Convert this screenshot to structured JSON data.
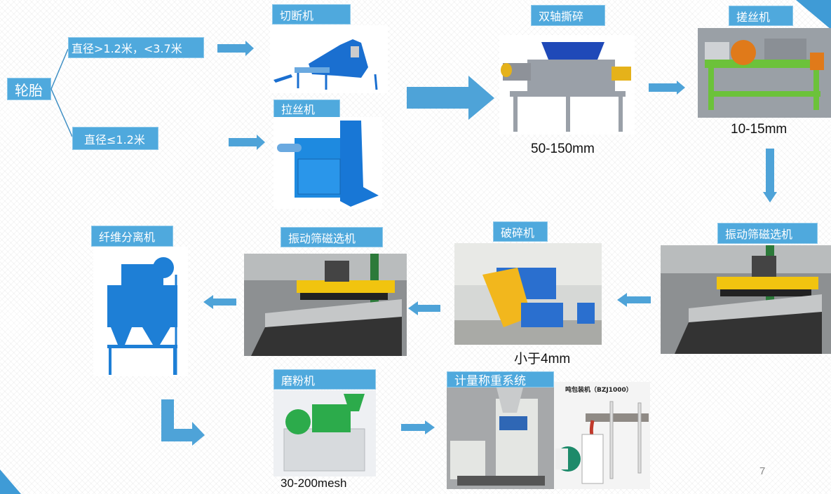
{
  "colors": {
    "accent": "#4fa9dd",
    "arrow": "#4ea3d8"
  },
  "start": {
    "label": "轮胎"
  },
  "branches": [
    {
      "label": "直径>1.2米，<3.7米"
    },
    {
      "label": "直径≤1.2米"
    }
  ],
  "steps": {
    "cutter": {
      "label": "切断机"
    },
    "wire_puller": {
      "label": "拉丝机"
    },
    "twin_shaft_shredder": {
      "label": "双轴撕碎",
      "size": "50-150mm"
    },
    "rasper": {
      "label": "搓丝机",
      "size": "10-15mm"
    },
    "vibrating_magnetic_right": {
      "label": "振动筛磁选机"
    },
    "crusher": {
      "label": "破碎机",
      "size": "小于4mm"
    },
    "vibrating_magnetic_left": {
      "label": "振动筛磁选机"
    },
    "fiber_separator": {
      "label": "纤维分离机"
    },
    "mill": {
      "label": "磨粉机",
      "size": "30-200mesh"
    },
    "weighing": {
      "label": "计量称重系统",
      "ton_bag_caption": "吨包装机（BZJ1000）"
    }
  },
  "page_number": "7"
}
